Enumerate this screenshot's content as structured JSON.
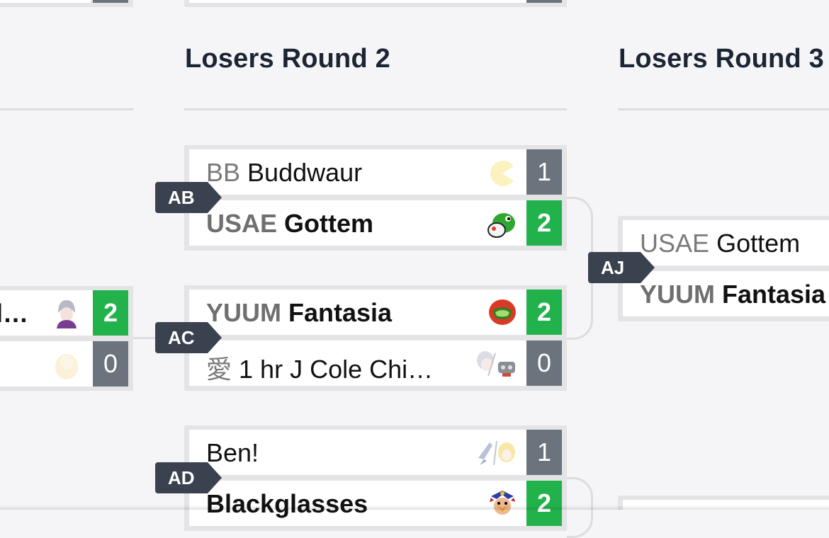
{
  "rounds": [
    {
      "title": "Losers Round 2"
    },
    {
      "title": "Losers Round 3"
    }
  ],
  "matches": {
    "AB": {
      "tag": "AB",
      "p1": {
        "prefix": "BB",
        "name": "Buddwaur",
        "score": "1",
        "character": "pac-man-icon"
      },
      "p2": {
        "prefix": "USAE",
        "name": "Gottem",
        "score": "2",
        "character": "yoshi-icon"
      }
    },
    "AC": {
      "tag": "AC",
      "p1": {
        "prefix": "YUUM",
        "name": "Fantasia",
        "score": "2",
        "character": "samus-icon"
      },
      "p2": {
        "prefix": "愛",
        "name": "1 hr J Cole Chi…",
        "score": "0",
        "character": "multi-character-icon"
      }
    },
    "AD": {
      "tag": "AD",
      "p1": {
        "prefix": "",
        "name": "Ben!",
        "score": "1",
        "character": "multi-character-icon"
      },
      "p2": {
        "prefix": "",
        "name": "Blackglasses",
        "score": "2",
        "character": "king-dedede-icon"
      }
    },
    "AJ": {
      "tag": "AJ",
      "p1": {
        "prefix": "USAE",
        "name": "Gottem"
      },
      "p2": {
        "prefix": "YUUM",
        "name": "Fantasia"
      }
    },
    "left": {
      "p1": {
        "name": "l…",
        "score": "2",
        "character": "robin-icon"
      },
      "p2": {
        "name": "",
        "score": "0",
        "character": "character-icon"
      }
    }
  }
}
